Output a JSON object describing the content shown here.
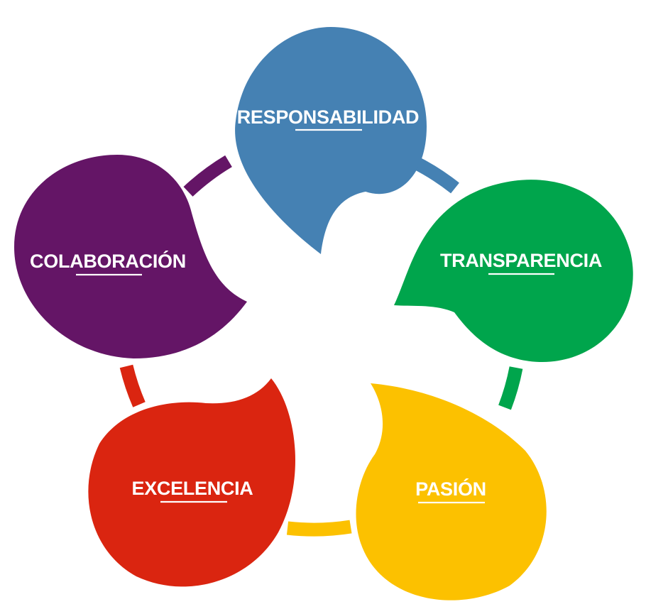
{
  "values": [
    {
      "key": "responsabilidad",
      "label": "RESPONSABILIDAD",
      "color": "#4581B3"
    },
    {
      "key": "transparencia",
      "label": "TRANSPARENCIA",
      "color": "#00A54C"
    },
    {
      "key": "pasion",
      "label": "PASIÓN",
      "color": "#FCC100"
    },
    {
      "key": "excelencia",
      "label": "EXCELENCIA",
      "color": "#DA2510"
    },
    {
      "key": "colaboracion",
      "label": "COLABORACIÓN",
      "color": "#641566"
    }
  ]
}
